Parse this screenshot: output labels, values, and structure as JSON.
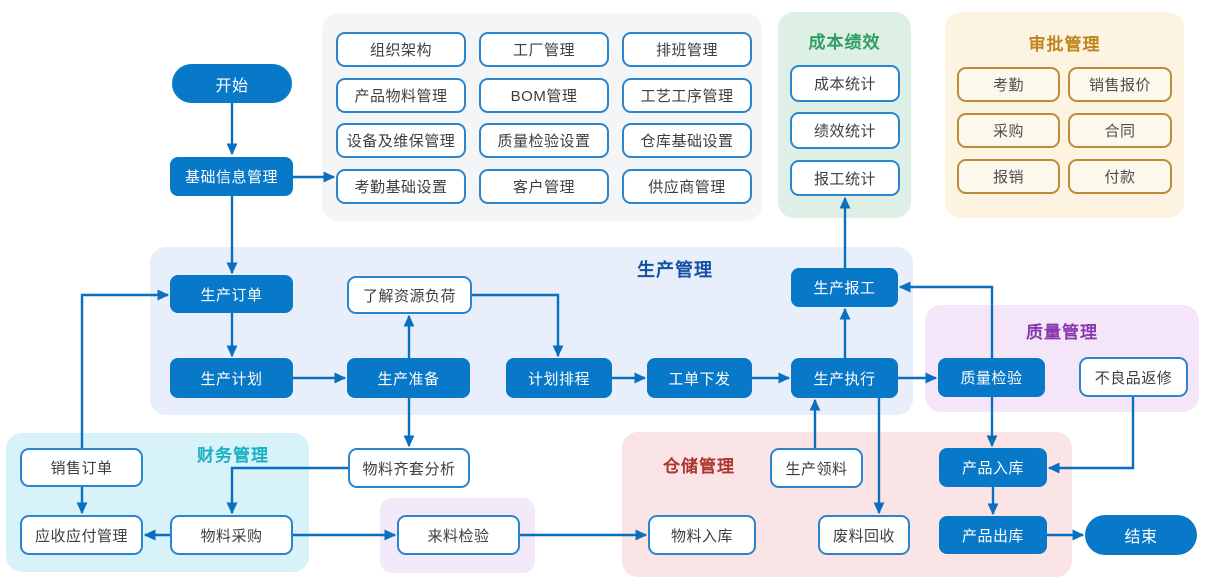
{
  "panels": {
    "production": {
      "title": "生产管理"
    },
    "cost": {
      "title": "成本绩效"
    },
    "approval": {
      "title": "审批管理"
    },
    "quality": {
      "title": "质量管理"
    },
    "finance": {
      "title": "财务管理"
    },
    "warehouse": {
      "title": "仓储管理"
    }
  },
  "nodes": {
    "start": "开始",
    "end": "结束",
    "basic_info_mgmt": "基础信息管理",
    "org_structure": "组织架构",
    "factory_mgmt": "工厂管理",
    "shift_mgmt": "排班管理",
    "product_material_mgmt": "产品物料管理",
    "bom_mgmt": "BOM管理",
    "process_route_mgmt": "工艺工序管理",
    "equipment_maintenance_mgmt": "设备及维保管理",
    "quality_inspection_settings": "质量检验设置",
    "warehouse_basic_settings": "仓库基础设置",
    "attendance_basic_settings": "考勤基础设置",
    "customer_mgmt": "客户管理",
    "supplier_mgmt": "供应商管理",
    "cost_stats": "成本统计",
    "performance_stats": "绩效统计",
    "work_report_stats": "报工统计",
    "attendance": "考勤",
    "sales_quotation": "销售报价",
    "procurement": "采购",
    "contract": "合同",
    "reimbursement": "报销",
    "payment": "付款",
    "production_order": "生产订单",
    "resource_load": "了解资源负荷",
    "production_plan": "生产计划",
    "production_preparation": "生产准备",
    "plan_scheduling": "计划排程",
    "work_order_release": "工单下发",
    "production_execution": "生产执行",
    "production_reporting": "生产报工",
    "quality_inspection": "质量检验",
    "defective_repair": "不良品返修",
    "sales_order": "销售订单",
    "ar_ap_mgmt": "应收应付管理",
    "material_procurement": "物料采购",
    "material_kit_analysis": "物料齐套分析",
    "incoming_inspection": "来料检验",
    "production_picking": "生产领料",
    "material_inbound": "物料入库",
    "scrap_recycling": "废料回收",
    "product_inbound": "产品入库",
    "product_outbound": "产品出库"
  },
  "colors": {
    "blue": "#0878c8",
    "arrow": "#0b6fc0",
    "box_border": "#2a85cf",
    "panel_gray": "#f4f5f7",
    "panel_production": "#e9effa",
    "panel_cost": "#def0e5",
    "panel_approval": "#fcf3e1",
    "panel_quality": "#f4e6f8",
    "panel_finance": "#d7f2f9",
    "panel_warehouse": "#fbe4e6",
    "panel_incoming": "#f2eafa",
    "title_production": "#1550a5",
    "title_cost": "#2f9e62",
    "title_approval": "#bd861c",
    "title_quality": "#8a38ae",
    "title_finance": "#19b0c5",
    "title_warehouse": "#ac3430",
    "cream_box_bg": "#fdf8ec",
    "cream_box_border": "#bd8c3a"
  }
}
